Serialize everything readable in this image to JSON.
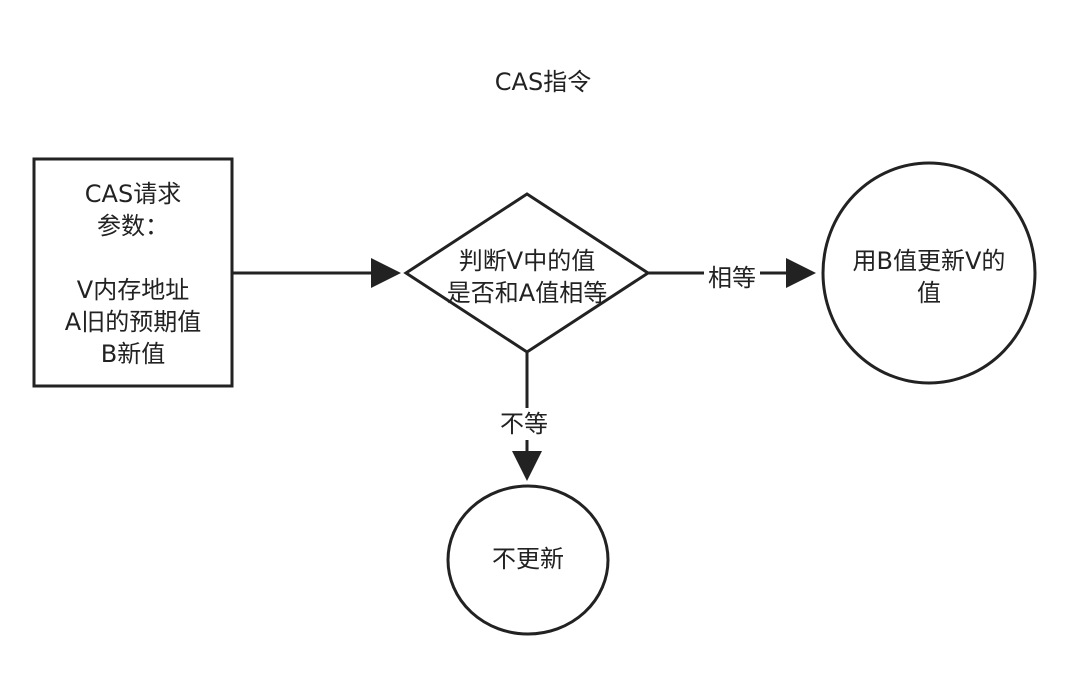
{
  "title": "CAS指令",
  "nodes": {
    "request": {
      "lines": [
        "CAS请求",
        "参数：",
        "",
        "V内存地址",
        "A旧的预期值",
        "B新值"
      ]
    },
    "decision": {
      "lines": [
        "判断V中的值",
        "是否和A值相等"
      ]
    },
    "update": {
      "lines": [
        "用B值更新V的",
        "值"
      ]
    },
    "no_update": {
      "lines": [
        "不更新"
      ]
    }
  },
  "edges": {
    "equal_label": "相等",
    "not_equal_label": "不等"
  },
  "colors": {
    "stroke": "#222222",
    "background": "#ffffff",
    "text": "#222222"
  }
}
